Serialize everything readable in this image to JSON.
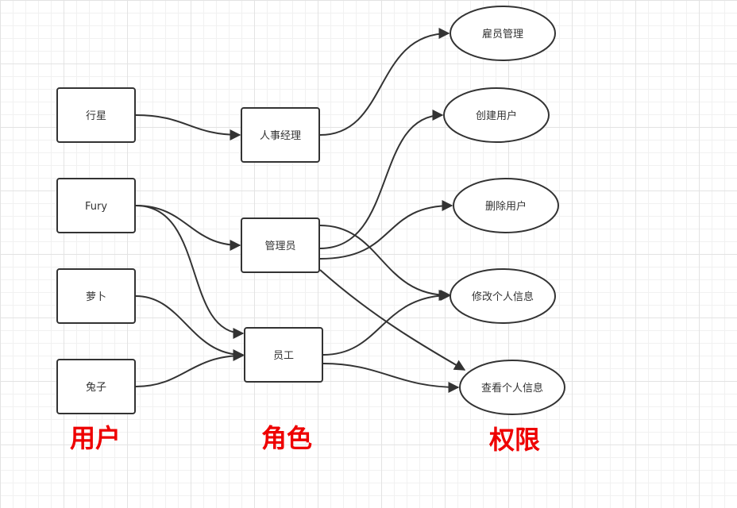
{
  "colors": {
    "stroke": "#333333",
    "caption": "#ee0000"
  },
  "users": [
    {
      "id": "u1",
      "label": "行星"
    },
    {
      "id": "u2",
      "label": "Fury"
    },
    {
      "id": "u3",
      "label": "萝卜"
    },
    {
      "id": "u4",
      "label": "兔子"
    }
  ],
  "roles": [
    {
      "id": "r1",
      "label": "人事经理"
    },
    {
      "id": "r2",
      "label": "管理员"
    },
    {
      "id": "r3",
      "label": "员工"
    }
  ],
  "permissions": [
    {
      "id": "p1",
      "label": "雇员管理"
    },
    {
      "id": "p2",
      "label": "创建用户"
    },
    {
      "id": "p3",
      "label": "删除用户"
    },
    {
      "id": "p4",
      "label": "修改个人信息"
    },
    {
      "id": "p5",
      "label": "查看个人信息"
    }
  ],
  "edges": [
    {
      "from": "u1",
      "to": "r1"
    },
    {
      "from": "u2",
      "to": "r2"
    },
    {
      "from": "u2",
      "to": "r3"
    },
    {
      "from": "u3",
      "to": "r3"
    },
    {
      "from": "u4",
      "to": "r3"
    },
    {
      "from": "r1",
      "to": "p1"
    },
    {
      "from": "r2",
      "to": "p2"
    },
    {
      "from": "r2",
      "to": "p3"
    },
    {
      "from": "r2",
      "to": "p4"
    },
    {
      "from": "r2",
      "to": "p5"
    },
    {
      "from": "r3",
      "to": "p4"
    },
    {
      "from": "r3",
      "to": "p5"
    }
  ],
  "captions": {
    "users": "用户",
    "roles": "角色",
    "permissions": "权限"
  }
}
